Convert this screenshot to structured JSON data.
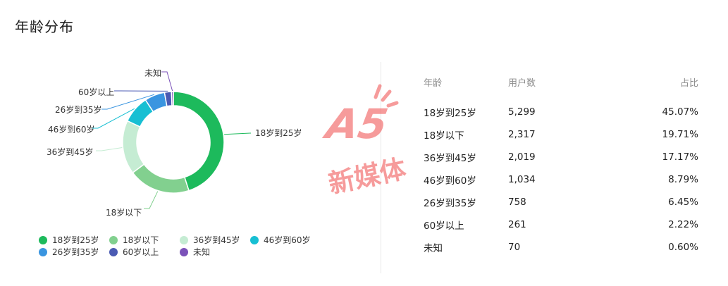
{
  "page": {
    "title": "年龄分布"
  },
  "colors": {
    "18岁到25岁": "#1dba5c",
    "18岁以下": "#82d08f",
    "36岁到45岁": "#c5ecd3",
    "46岁到60岁": "#17bfd3",
    "26岁到35岁": "#3a95e0",
    "60岁以上": "#4a5ab3",
    "未知": "#7b52b9",
    "watermark": "#f04a4a"
  },
  "table": {
    "headers": [
      "年龄",
      "用户数",
      "占比"
    ],
    "rows": [
      [
        "18岁到25岁",
        "5,299",
        "45.07%"
      ],
      [
        "18岁以下",
        "2,317",
        "19.71%"
      ],
      [
        "36岁到45岁",
        "2,019",
        "17.17%"
      ],
      [
        "46岁到60岁",
        "1,034",
        "8.79%"
      ],
      [
        "26岁到35岁",
        "758",
        "6.45%"
      ],
      [
        "60岁以上",
        "261",
        "2.22%"
      ],
      [
        "未知",
        "70",
        "0.60%"
      ]
    ]
  },
  "watermark": {
    "logo": "A5",
    "text": "新媒体"
  },
  "chart_data": {
    "type": "pie",
    "donut": true,
    "title": "年龄分布",
    "categories": [
      "18岁到25岁",
      "18岁以下",
      "36岁到45岁",
      "46岁到60岁",
      "26岁到35岁",
      "60岁以上",
      "未知"
    ],
    "values": [
      5299,
      2317,
      2019,
      1034,
      758,
      261,
      70
    ],
    "percentages": [
      45.07,
      19.71,
      17.17,
      8.79,
      6.45,
      2.22,
      0.6
    ],
    "legend_position": "bottom"
  }
}
